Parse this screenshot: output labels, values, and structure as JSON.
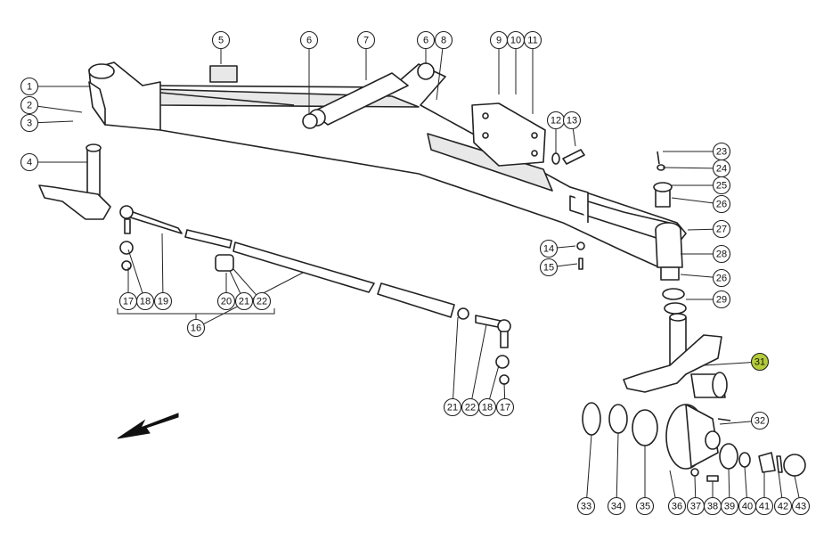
{
  "callouts": [
    {
      "label": "1"
    },
    {
      "label": "2"
    },
    {
      "label": "3"
    },
    {
      "label": "4"
    },
    {
      "label": "5"
    },
    {
      "label": "6"
    },
    {
      "label": "7"
    },
    {
      "label": "6"
    },
    {
      "label": "8"
    },
    {
      "label": "9"
    },
    {
      "label": "10"
    },
    {
      "label": "11"
    },
    {
      "label": "12"
    },
    {
      "label": "13"
    },
    {
      "label": "14"
    },
    {
      "label": "15"
    },
    {
      "label": "23"
    },
    {
      "label": "24"
    },
    {
      "label": "25"
    },
    {
      "label": "26"
    },
    {
      "label": "27"
    },
    {
      "label": "28"
    },
    {
      "label": "26"
    },
    {
      "label": "29"
    },
    {
      "label": "31",
      "highlight": true
    },
    {
      "label": "32"
    },
    {
      "label": "17"
    },
    {
      "label": "18"
    },
    {
      "label": "19"
    },
    {
      "label": "20"
    },
    {
      "label": "21"
    },
    {
      "label": "22"
    },
    {
      "label": "16"
    },
    {
      "label": "21"
    },
    {
      "label": "22"
    },
    {
      "label": "18"
    },
    {
      "label": "17"
    },
    {
      "label": "33"
    },
    {
      "label": "34"
    },
    {
      "label": "35"
    },
    {
      "label": "36"
    },
    {
      "label": "37"
    },
    {
      "label": "38"
    },
    {
      "label": "39"
    },
    {
      "label": "40"
    },
    {
      "label": "41"
    },
    {
      "label": "42"
    },
    {
      "label": "43"
    }
  ],
  "highlight_color": "#b5cc3a",
  "direction_arrow": "front-arrow-icon"
}
